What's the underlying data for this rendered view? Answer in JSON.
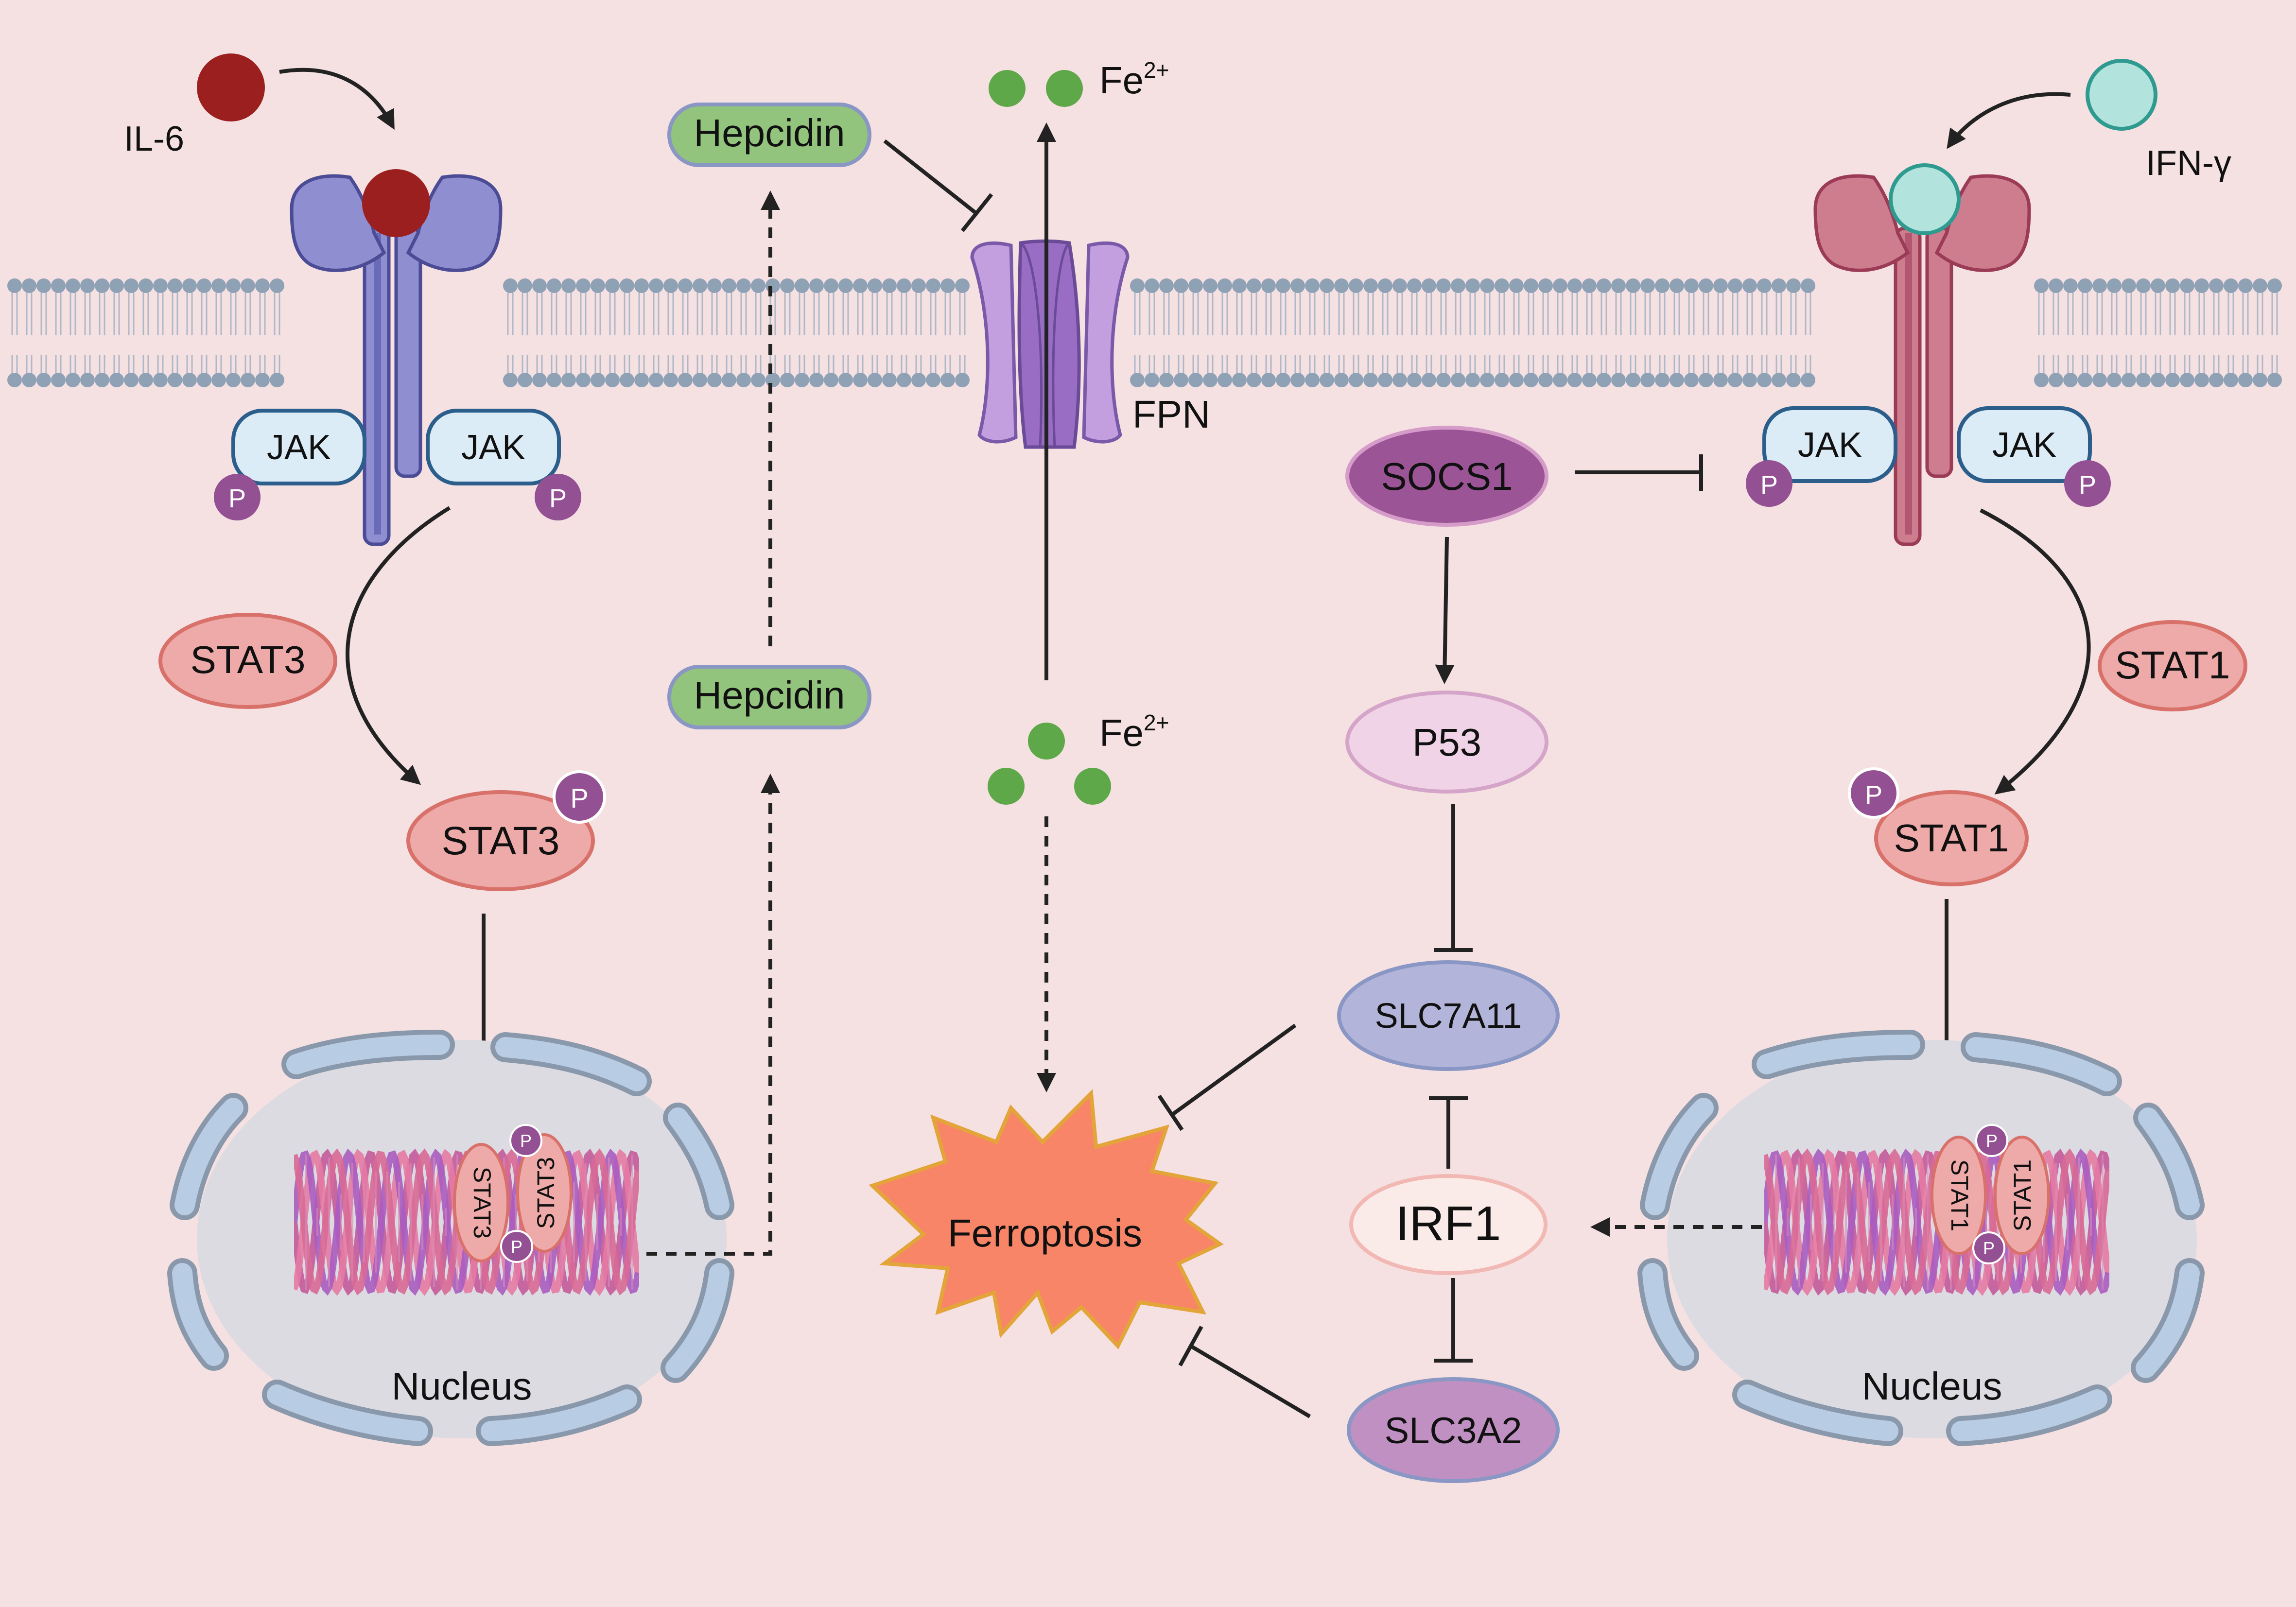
{
  "labels": {
    "il6": "IL-6",
    "ifng": "IFN-γ",
    "fe_top": "Fe",
    "fe_top_sup": "2+",
    "fe_mid": "Fe",
    "fe_mid_sup": "2+",
    "fpn": "FPN",
    "jak": "JAK",
    "p": "P",
    "stat3": "STAT3",
    "stat1": "STAT1",
    "socs1": "SOCS1",
    "p53": "P53",
    "slc7a11": "SLC7A11",
    "irf1": "IRF1",
    "slc3a2": "SLC3A2",
    "hepcidin": "Hepcidin",
    "ferroptosis": "Ferroptosis",
    "nucleus": "Nucleus"
  },
  "colors": {
    "background": "#f5e1e2",
    "il6_ligand": "#9b1f1f",
    "ifng_ligand": "#b2e3dc",
    "il6_receptor": "#8e8ed0",
    "ifng_receptor": "#cd7d8d",
    "jak_fill": "#dcecf7",
    "phospho": "#935093",
    "stat": "#eeaaa8",
    "socs1": "#9b5496",
    "p53": "#f0d3e6",
    "slc7a11": "#b3b4da",
    "irf1": "#fbebe8",
    "slc3a2": "#c090c3",
    "hepcidin": "#93c47d",
    "ferroptosis": "#f98568",
    "iron": "#5ea84a",
    "fpn": "#c39fdf",
    "nucleus": "#dcdbe1"
  }
}
